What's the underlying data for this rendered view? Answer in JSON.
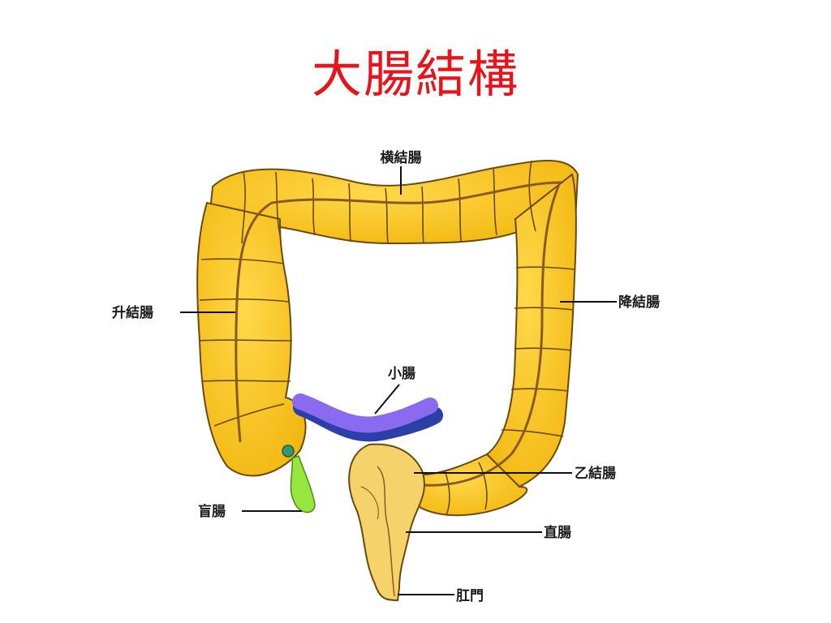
{
  "slide": {
    "title": "大腸結構",
    "title_color": "#e8141b"
  },
  "diagram": {
    "labels": {
      "transverse_colon": "横結腸",
      "ascending_colon": "升結腸",
      "descending_colon": "降結腸",
      "small_intestine": "小腸",
      "sigmoid_colon": "乙結腸",
      "cecum": "盲腸",
      "rectum": "直腸",
      "anus": "肛門"
    },
    "colors": {
      "colon_fill": "#f7c21e",
      "colon_outline": "#6b4a12",
      "taenia": "#8a5a24",
      "small_intestine": "#8a6af0",
      "small_intestine_shadow": "#2c3fa8",
      "appendix": "#98e640",
      "rectum_fill": "#f5d36a"
    }
  }
}
